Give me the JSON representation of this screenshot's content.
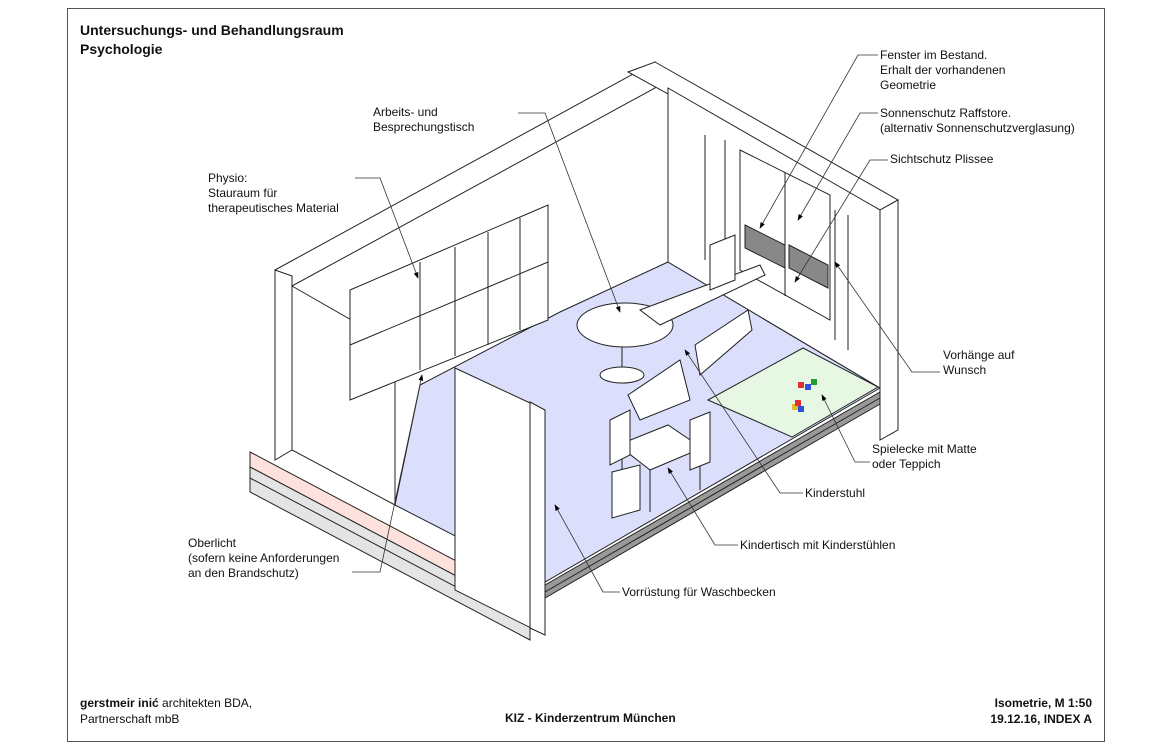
{
  "title": {
    "line1": "Untersuchungs- und Behandlungsraum",
    "line2": "Psychologie"
  },
  "labels": {
    "table": [
      "Arbeits- und",
      "Besprechungstisch"
    ],
    "storage": [
      "Physio:",
      "Stauraum für",
      "therapeutisches Material"
    ],
    "window": [
      "Fenster im Bestand.",
      "Erhalt der vorhandenen",
      "Geometrie"
    ],
    "sunshade": [
      "Sonnenschutz Raffstore.",
      "(alternativ Sonnenschutzverglasung)"
    ],
    "privacy": [
      "Sichtschutz Plissee"
    ],
    "curtains": [
      "Vorhänge auf",
      "Wunsch"
    ],
    "play": [
      "Spielecke mit Matte",
      "oder Teppich"
    ],
    "childchair": [
      "Kinderstuhl"
    ],
    "childtable": [
      "Kindertisch mit Kinderstühlen"
    ],
    "sink": [
      "Vorrüstung für Waschbecken"
    ],
    "skylight": [
      "Oberlicht",
      "(sofern keine Anforderungen",
      "an den Brandschutz)"
    ]
  },
  "footer": {
    "office_bold": "gerstmeir inić",
    "office_rest": " architekten BDA,",
    "office_line2": "Partnerschaft mbB",
    "project": "KIZ - Kinderzentrum München",
    "scale": "Isometrie, M 1:50",
    "date_index": "19.12.16, INDEX A"
  },
  "colors": {
    "floor": "#dcdffb",
    "mat": "#e6f8e4",
    "slab": "#fde1dc"
  }
}
